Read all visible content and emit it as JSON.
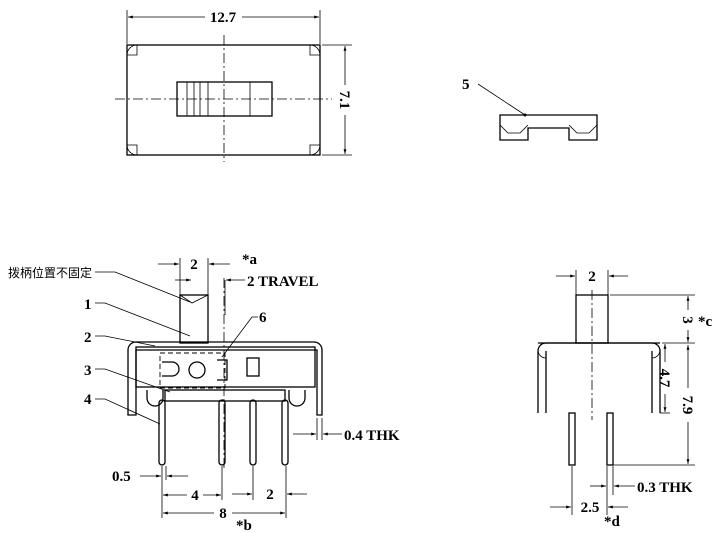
{
  "top_view": {
    "width_dim": "12.7",
    "height_dim": "7.1"
  },
  "side_part": {
    "label": "5"
  },
  "front_view": {
    "note": "拨柄位置不固定",
    "callouts": [
      "1",
      "2",
      "3",
      "4",
      "6"
    ],
    "actuator_dim": "2",
    "actuator_note": "*a",
    "travel": "2 TRAVEL",
    "thickness": "0.4 THK",
    "pin_width": "0.5",
    "pitch_4": "4",
    "pitch_2": "2",
    "span": "8",
    "span_note": "*b"
  },
  "right_view": {
    "actuator_dim": "2",
    "actuator_height": "3",
    "actuator_height_note": "*c",
    "body_height": "4.7",
    "total_height": "7.9",
    "thickness": "0.3 THK",
    "pin_spacing": "2.5",
    "pin_spacing_note": "*d"
  }
}
